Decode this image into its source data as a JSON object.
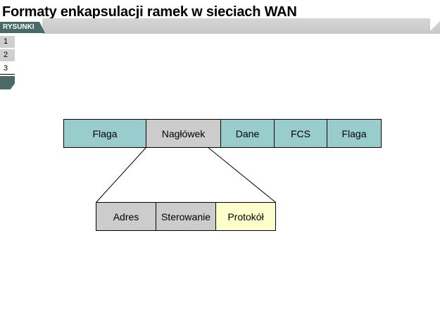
{
  "title": "Formaty enkapsulacji ramek w sieciach WAN",
  "figures_tab_label": "RYSUNKI",
  "figure_tabs": [
    "1",
    "2",
    "3"
  ],
  "active_figure": "3",
  "diagram": {
    "frame_fields": [
      "Flaga",
      "Nagłówek",
      "Dane",
      "FCS",
      "Flaga"
    ],
    "header_fields": [
      "Adres",
      "Sterowanie",
      "Protokół"
    ]
  },
  "colors": {
    "teal": "#99cccc",
    "grey": "#cccccc",
    "yellow": "#ffffcc",
    "accent": "#4a6a6a"
  }
}
